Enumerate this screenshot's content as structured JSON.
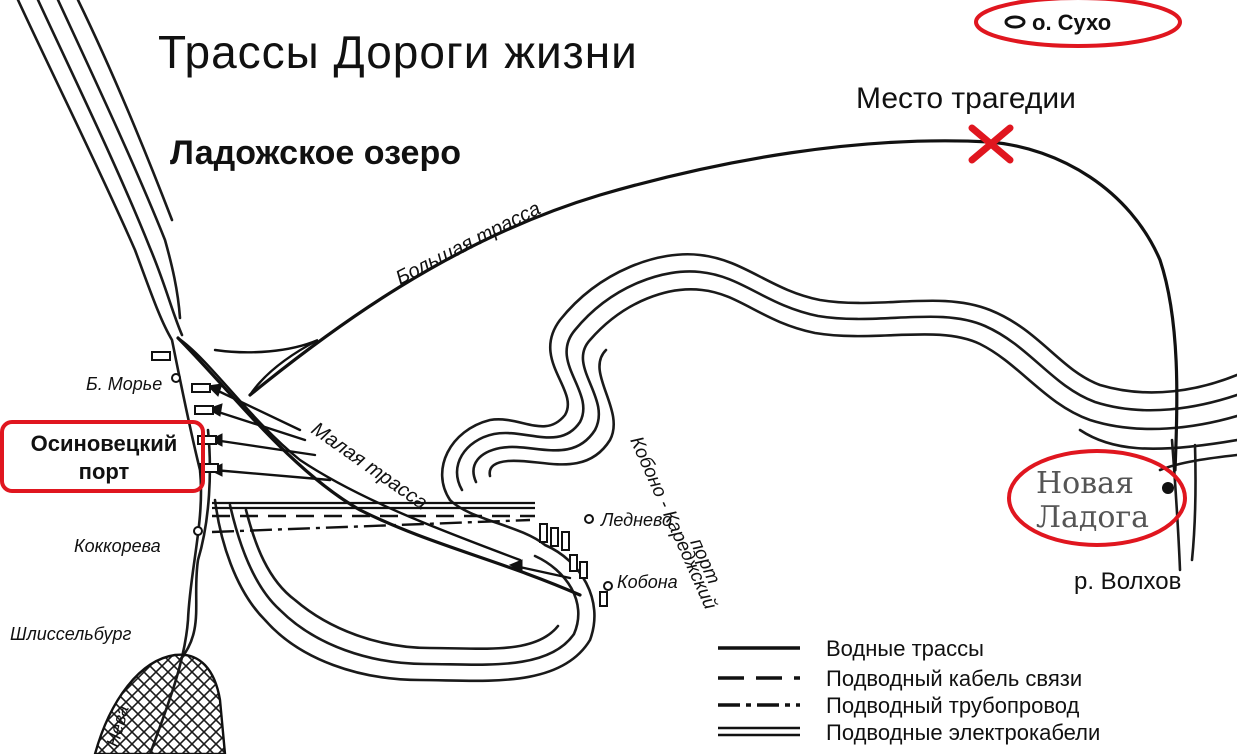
{
  "title": "Трассы Дороги жизни",
  "lake_label": "Ладожское озеро",
  "routes": {
    "big": "Большая трасса",
    "small": "Малая трасса",
    "kobona_line1": "Кобоно - Кареджский",
    "kobona_line2": "порт"
  },
  "places": {
    "island": "о. Сухо",
    "tragedy": "Место трагедии",
    "novaya_ladoga_line1": "Новая",
    "novaya_ladoga_line2": "Ладога",
    "volkhov": "р. Волхов",
    "b_morye": "Б. Морье",
    "osinovets_line1": "Осиновецкий",
    "osinovets_line2": "порт",
    "kokkoreva": "Коккорева",
    "shlisselburg": "Шлиссельбург",
    "neva": "Нева",
    "lednevo": "Леднево",
    "kobona": "Кобона"
  },
  "legend": [
    {
      "label": "Водные трассы",
      "style": "solid"
    },
    {
      "label": "Подводный кабель связи",
      "style": "dashed"
    },
    {
      "label": "Подводный трубопровод",
      "style": "dash-dot"
    },
    {
      "label": "Подводные электрокабели",
      "style": "double"
    }
  ],
  "colors": {
    "highlight": "#e0161f",
    "ink": "#111111",
    "background": "#ffffff"
  },
  "icons": {
    "tragedy_marker": "cross-mark-icon",
    "town_marker": "town-dot-icon"
  }
}
